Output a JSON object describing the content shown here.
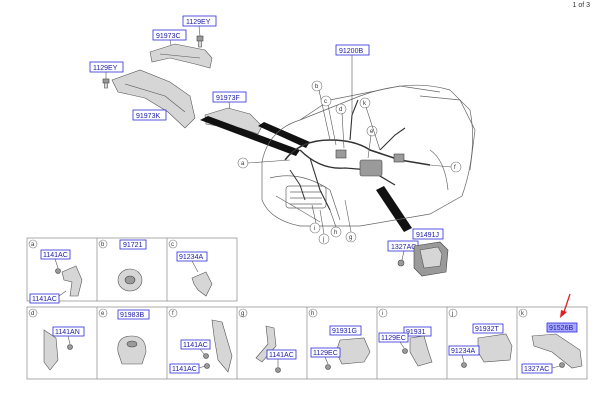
{
  "page": {
    "number": "1 of 3"
  },
  "main_labels": {
    "top_bolt": "1129EY",
    "bracket_c": "91973C",
    "left_bolt": "1129EY",
    "protector_k": "91973K",
    "protector_f": "91973F",
    "harness": "91200B",
    "relay_box": "91491J",
    "relay_nut": "1327AC"
  },
  "callouts": [
    "a",
    "b",
    "c",
    "d",
    "e",
    "f",
    "g",
    "h",
    "i",
    "j",
    "k"
  ],
  "detail_cells": {
    "a": {
      "letter": "a",
      "parts": [
        "1141AC",
        "1141AC"
      ]
    },
    "b": {
      "letter": "b",
      "parts": [
        "91721"
      ]
    },
    "c": {
      "letter": "c",
      "parts": [
        "91234A"
      ]
    },
    "d": {
      "letter": "d",
      "parts": [
        "1141AN"
      ]
    },
    "e": {
      "letter": "e",
      "parts": [
        "91983B"
      ]
    },
    "f": {
      "letter": "f",
      "parts": [
        "1141AC",
        "1141AC"
      ]
    },
    "g": {
      "letter": "g",
      "parts": [
        "1141AC"
      ]
    },
    "h": {
      "letter": "h",
      "parts": [
        "91931G",
        "1129EC"
      ]
    },
    "i": {
      "letter": "i",
      "parts": [
        "91931",
        "1129EC"
      ]
    },
    "j": {
      "letter": "j",
      "parts": [
        "91932T",
        "91234A"
      ]
    },
    "k": {
      "letter": "k",
      "parts": [
        "91526B",
        "1327AC"
      ]
    }
  },
  "colors": {
    "label_border": "#2b2bd9",
    "label_text": "#1a1aa6",
    "highlight": "#a9a9ff",
    "arrow": "#e02020"
  }
}
